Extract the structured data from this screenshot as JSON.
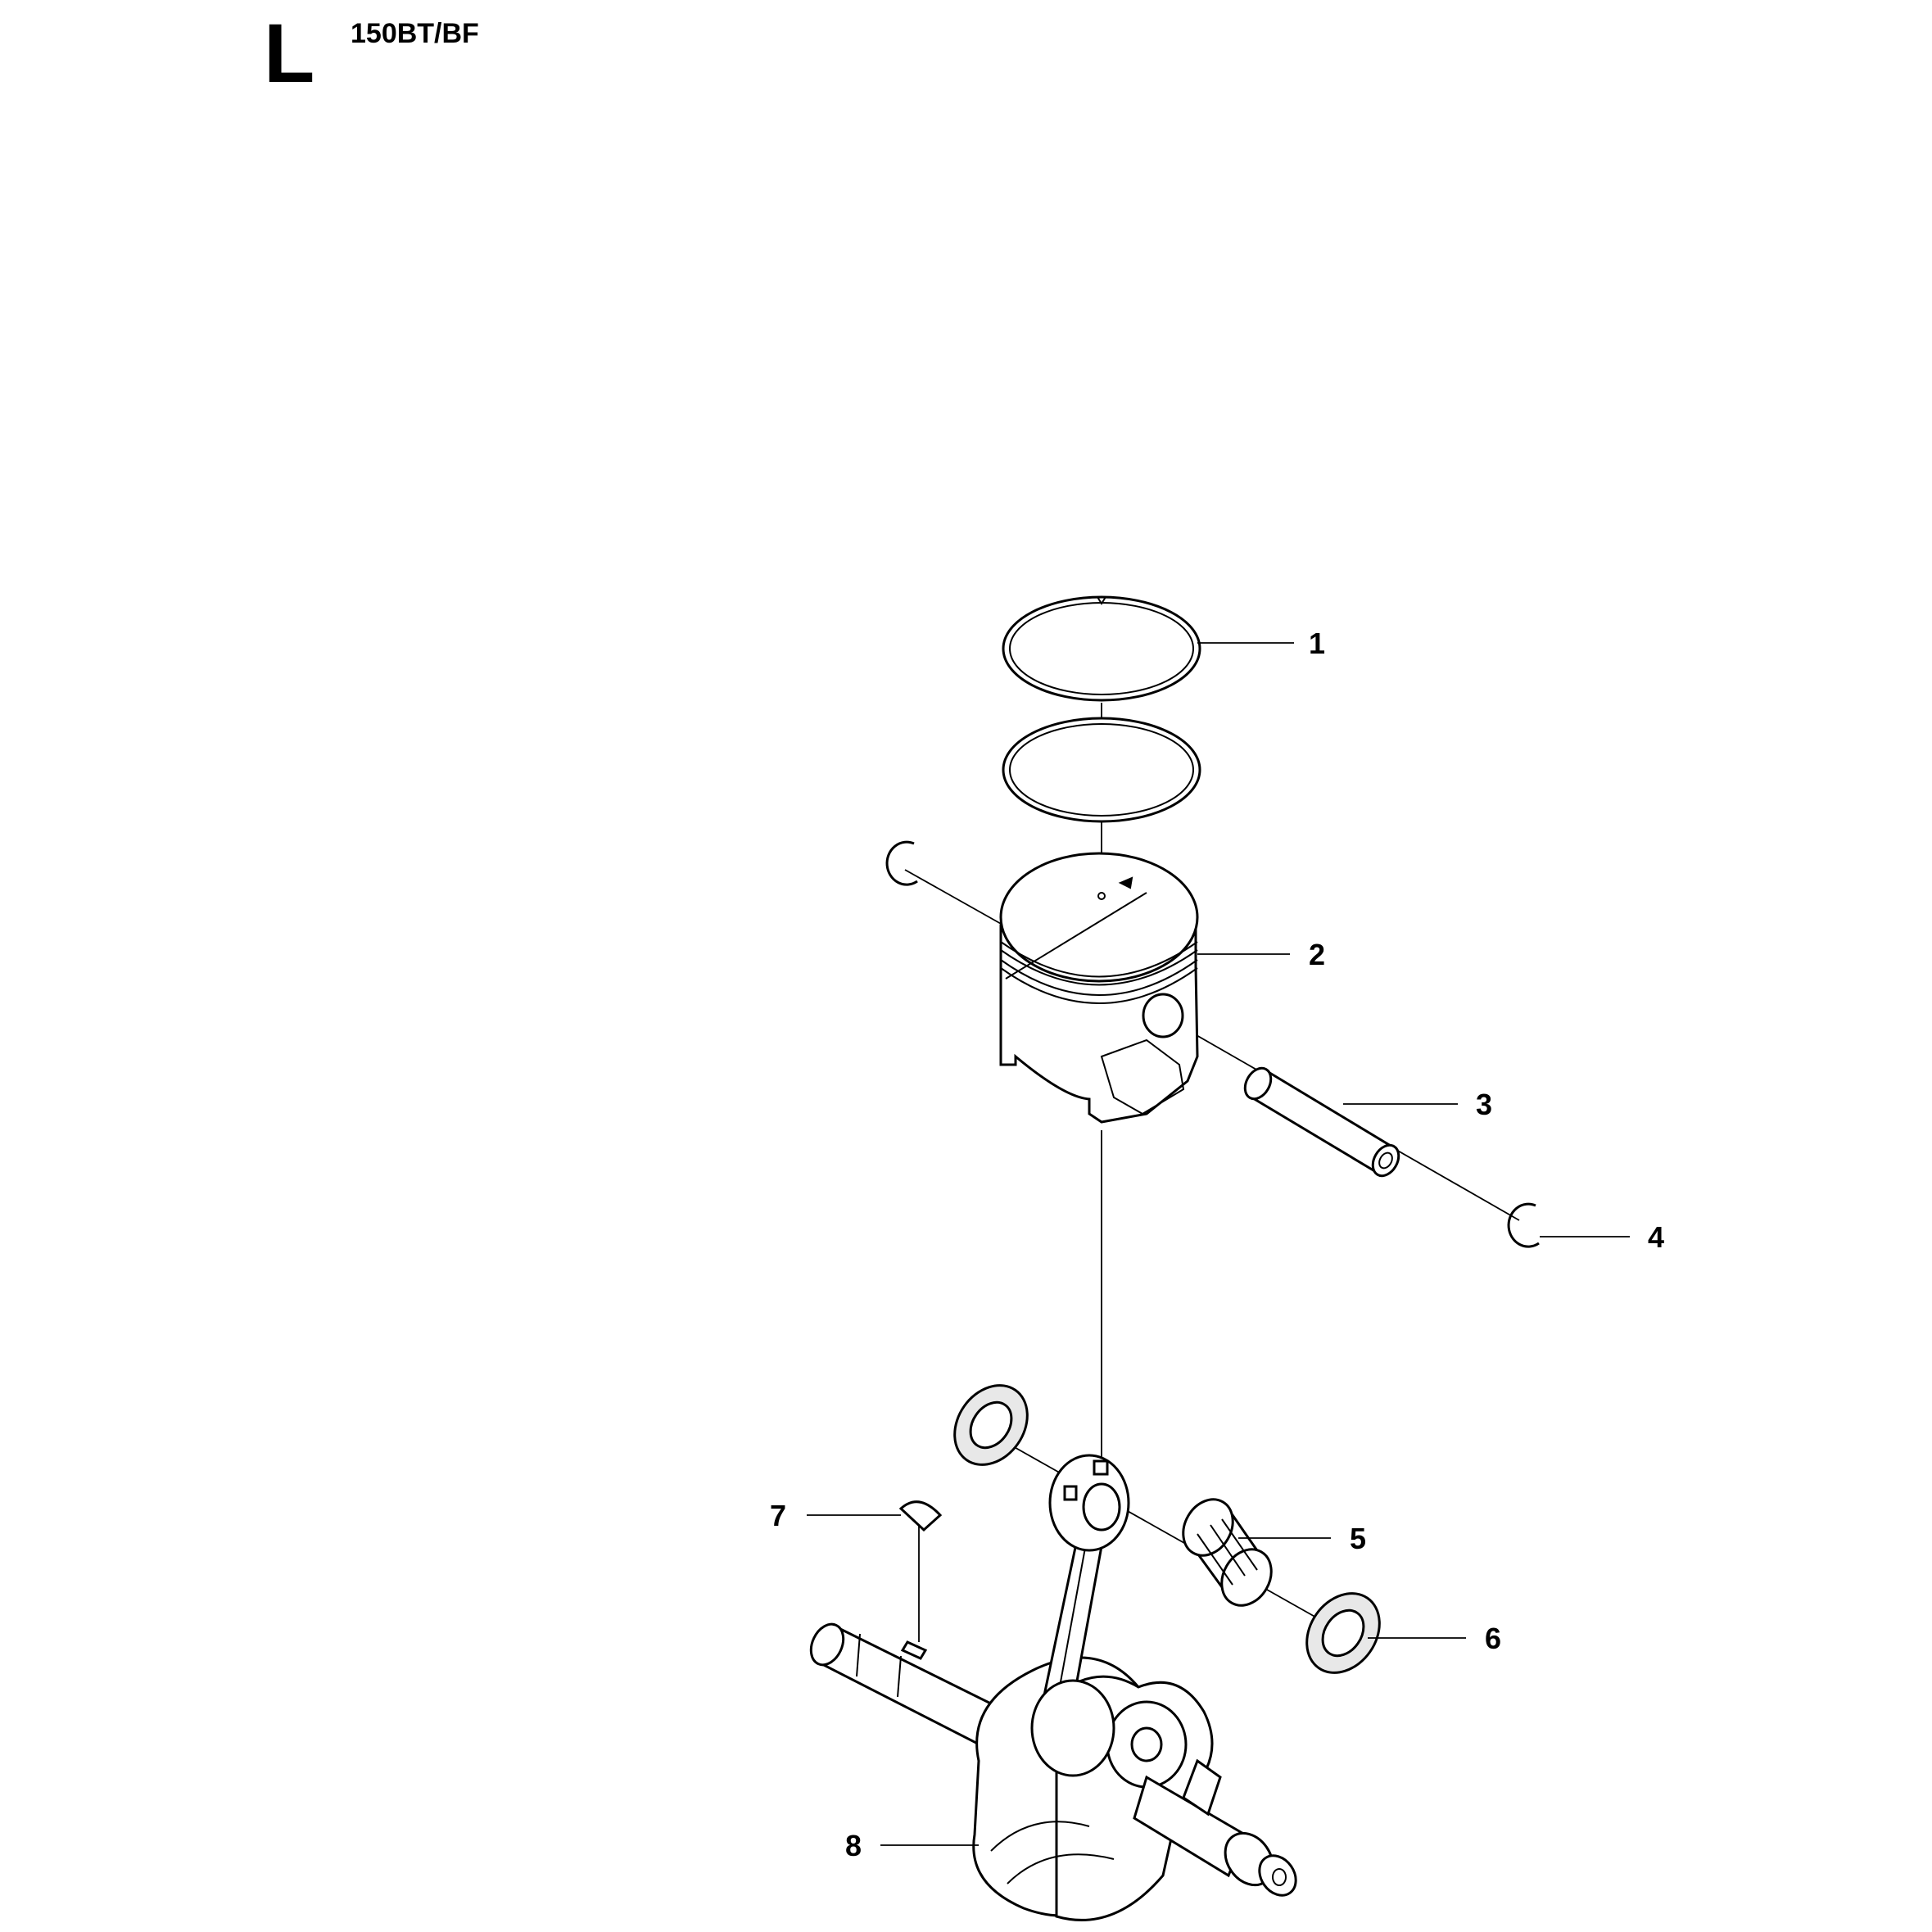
{
  "header": {
    "section_letter": "L",
    "model": "150BT/BF"
  },
  "callouts": [
    {
      "id": "1",
      "label": "1",
      "part": "piston-ring"
    },
    {
      "id": "2",
      "label": "2",
      "part": "piston"
    },
    {
      "id": "3",
      "label": "3",
      "part": "piston-pin"
    },
    {
      "id": "4",
      "label": "4",
      "part": "circlip"
    },
    {
      "id": "5",
      "label": "5",
      "part": "needle-bearing"
    },
    {
      "id": "6",
      "label": "6",
      "part": "thrust-washer"
    },
    {
      "id": "7",
      "label": "7",
      "part": "woodruff-key"
    },
    {
      "id": "8",
      "label": "8",
      "part": "crankshaft"
    }
  ]
}
